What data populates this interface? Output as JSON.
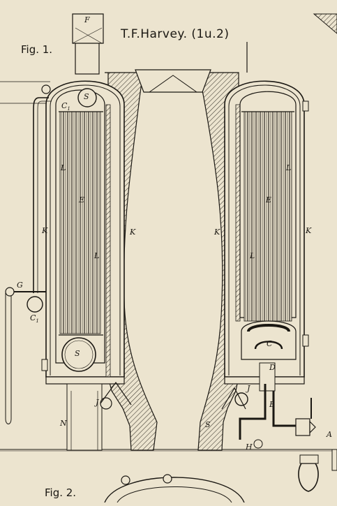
{
  "header": {
    "title": "T.F.Harvey.",
    "title_suffix": "(1u.2)"
  },
  "figures": {
    "fig1": "Fig. 1.",
    "fig2": "Fig. 2."
  },
  "letters": {
    "F": "F",
    "S": "S",
    "C1": "C",
    "C1_sub": "1",
    "L": "L",
    "E": "E",
    "K": "K",
    "G": "G",
    "J": "J",
    "N": "N",
    "D": "D",
    "B": "B",
    "H": "H",
    "A": "A",
    "C": "C",
    "Ssmall": "S"
  },
  "colors": {
    "paper": "#ece4cf",
    "ink": "#1a1712",
    "hatch": "#3a352c"
  }
}
